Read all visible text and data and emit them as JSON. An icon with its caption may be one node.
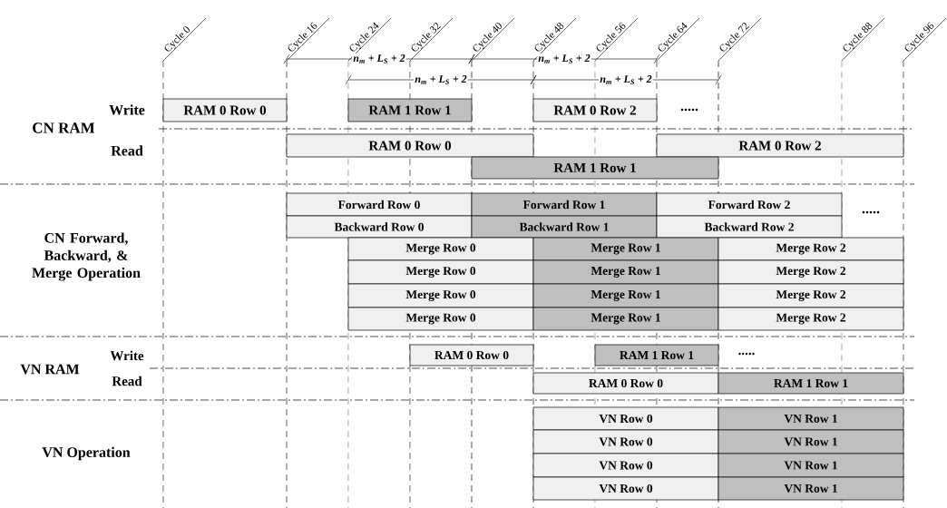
{
  "diagram": {
    "nodes": [
      {
        "text": [
          "RAM 0 Row 0"
        ]
      },
      {
        "text": [
          "RAM 1 Row 1"
        ]
      },
      {
        "text": [
          "RAM 0 Row 2"
        ]
      },
      {
        "text": [
          "RAM 0 Row 0"
        ]
      },
      {
        "text": [
          "RAM 0 Row 2"
        ]
      },
      {
        "text": [
          "RAM 1 Row 1"
        ]
      },
      {
        "text": [
          "Forward Row 0"
        ]
      },
      {
        "text": [
          "Forward Row 1"
        ]
      },
      {
        "text": [
          "Forward Row 2"
        ]
      },
      {
        "text": [
          "Backward Row 0"
        ]
      },
      {
        "text": [
          "Backward Row 1"
        ]
      },
      {
        "text": [
          "Backward Row 2"
        ]
      },
      {
        "text": [
          "Merge Row 0"
        ]
      },
      {
        "text": [
          "Merge Row 1"
        ]
      },
      {
        "text": [
          "Merge Row 2"
        ]
      },
      {
        "text": [
          "Merge Row 0"
        ]
      },
      {
        "text": [
          "Merge Row 1"
        ]
      },
      {
        "text": [
          "Merge Row 2"
        ]
      },
      {
        "text": [
          "Merge Row 0"
        ]
      },
      {
        "text": [
          "Merge Row 1"
        ]
      },
      {
        "text": [
          "Merge Row 2"
        ]
      },
      {
        "text": [
          "Merge Row 0"
        ]
      },
      {
        "text": [
          "Merge Row 1"
        ]
      },
      {
        "text": [
          "Merge Row 2"
        ]
      },
      {
        "text": [
          "RAM 0 Row 0"
        ]
      },
      {
        "text": [
          "RAM 1 Row 1"
        ]
      },
      {
        "text": [
          "RAM 0 Row 0"
        ]
      },
      {
        "text": [
          "RAM 1 Row 1"
        ]
      },
      {
        "text": [
          "VN Row 0"
        ]
      },
      {
        "text": [
          "VN Row 1"
        ]
      },
      {
        "text": [
          "VN Row 0"
        ]
      },
      {
        "text": [
          "VN Row 1"
        ]
      },
      {
        "text": [
          "VN Row 0"
        ]
      },
      {
        "text": [
          "VN Row 1"
        ]
      },
      {
        "text": [
          "VN Row 0"
        ]
      },
      {
        "text": [
          "VN Row 1"
        ]
      }
    ],
    "labels": [
      "Cycle 0",
      "Cycle 16",
      "Cycle 24",
      "Cycle 32",
      "Cycle 40",
      "Cycle 48",
      "Cycle 56",
      "Cycle 64",
      "Cycle 72",
      "Cycle 88",
      "Cycle 96",
      "n$_{m}$ + L$_{S}$ + 2",
      "n$_{m}$ + L$_{S}$ + 2",
      "n$_{m}$ + L$_{S}$ + 2",
      "n$_{m}$ + L$_{S}$ + 2",
      "CN RAM",
      "Write",
      ".....",
      "Read",
      "CN Forward, Backward, & Merge Operation",
      ".....",
      "VN RAM",
      "Write",
      ".....",
      "Read",
      "VN Operation"
    ]
  }
}
